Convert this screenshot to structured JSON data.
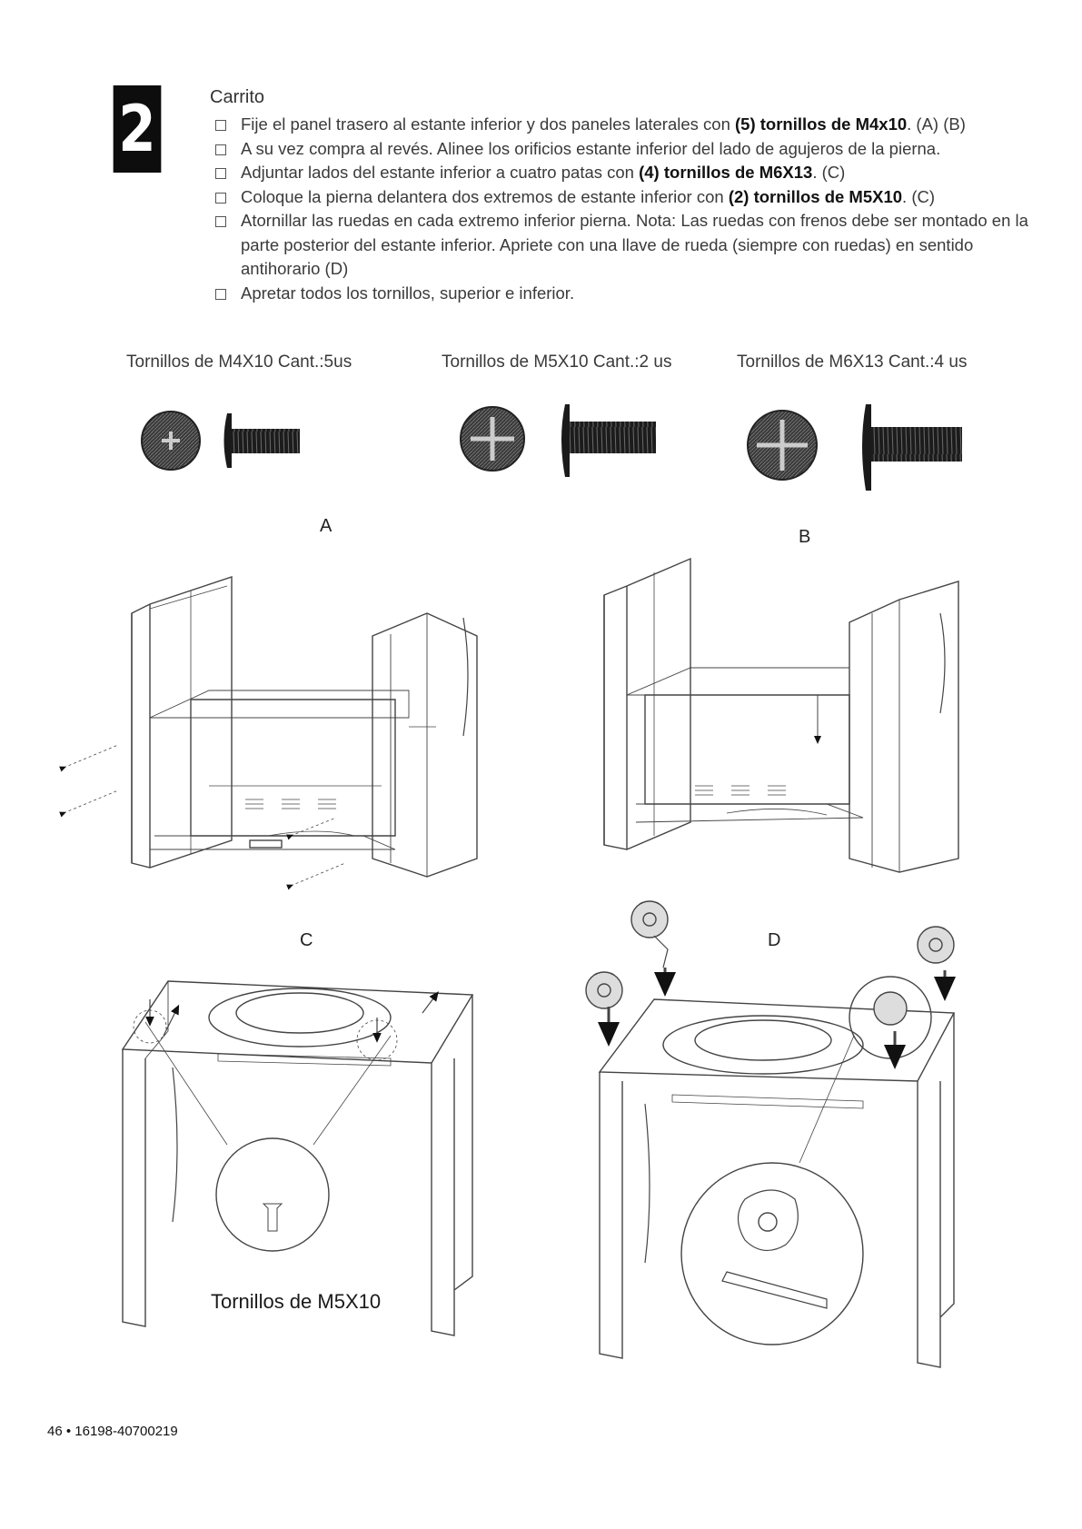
{
  "step": {
    "number": "2",
    "title": "Carrito",
    "items": [
      {
        "parts": [
          {
            "t": "Fije el panel trasero al estante inferior y dos paneles laterales con "
          },
          {
            "t": "(5) tornillos de M4x10",
            "b": true
          },
          {
            "t": ". (A) (B)"
          }
        ]
      },
      {
        "parts": [
          {
            "t": " A su vez compra al revés. Alinee los orificios estante inferior del lado de agujeros de la pierna."
          }
        ]
      },
      {
        "parts": [
          {
            "t": "Adjuntar lados del estante inferior a cuatro patas con "
          },
          {
            "t": "(4) tornillos de M6X13",
            "b": true
          },
          {
            "t": ". (C)"
          }
        ]
      },
      {
        "parts": [
          {
            "t": "Coloque la pierna delantera dos extremos de estante inferior con "
          },
          {
            "t": "(2) tornillos de M5X10",
            "b": true
          },
          {
            "t": ". (C)"
          }
        ]
      },
      {
        "parts": [
          {
            "t": "Atornillar las ruedas en cada extremo inferior pierna. Nota: Las ruedas con frenos debe ser montado en la parte posterior del estante inferior. Apriete con una llave de rueda (siempre con ruedas) en sentido antihorario (D)"
          }
        ]
      },
      {
        "parts": [
          {
            "t": "Apretar todos los tornillos, superior e inferior."
          }
        ]
      }
    ]
  },
  "screws": [
    {
      "caption": "Tornillos de M4X10 Cant.:5us"
    },
    {
      "caption": "Tornillos de M5X10 Cant.:2 us"
    },
    {
      "caption": "Tornillos de M6X13 Cant.:4 us"
    }
  ],
  "figures": {
    "a": "A",
    "b": "B",
    "c": "C",
    "d": "D",
    "c_detail_caption": "Tornillos de M5X10"
  },
  "footer": {
    "page": "46 • 16198-40700219"
  },
  "colors": {
    "ink": "#1a1a1a",
    "badge": "#0d0d0d",
    "line": "#444444"
  }
}
